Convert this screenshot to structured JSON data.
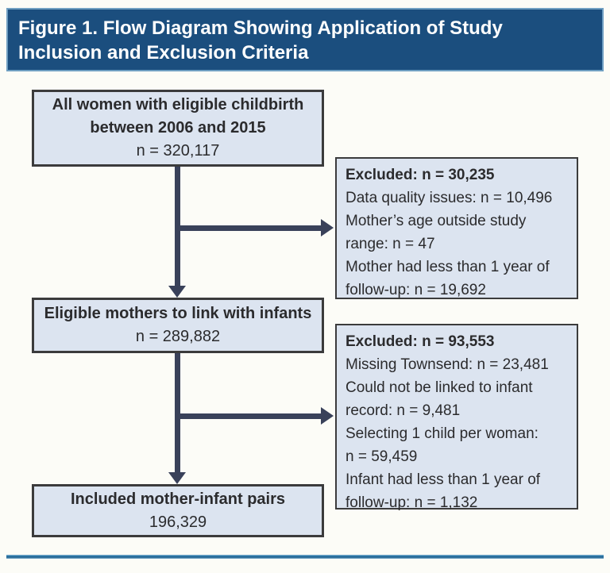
{
  "header": {
    "line1": "Figure 1. Flow Diagram Showing Application of Study",
    "line2": "Inclusion and Exclusion Criteria"
  },
  "flow": {
    "box1": {
      "line1": "All women with eligible childbirth",
      "line2": "between 2006 and 2015",
      "n": "n = 320,117"
    },
    "excl1": {
      "header": "Excluded: n = 30,235",
      "items": [
        "Data quality issues: n = 10,496",
        "Mother’s age outside study range: n = 47",
        "Mother had less than 1 year of follow-up: n = 19,692"
      ]
    },
    "box2": {
      "line1": "Eligible mothers to link with infants",
      "n": "n = 289,882"
    },
    "excl2": {
      "header": "Excluded: n = 93,553",
      "items": [
        "Missing Townsend: n = 23,481",
        "Could not be linked to infant record: n = 9,481",
        "Selecting 1 child per woman: n = 59,459",
        "Infant had less than 1 year of follow-up: n = 1,132"
      ]
    },
    "box3": {
      "line1": "Included mother-infant pairs",
      "n": "196,329"
    }
  },
  "colors": {
    "banner_bg": "#1b4e7e",
    "banner_edge": "#6f9fc2",
    "banner_text": "#ffffff",
    "box_fill": "#dce4f0",
    "box_border": "#3b3b3c",
    "connector": "#39415a",
    "bottom_rule": "#2e7cad",
    "page_bg": "#fcfcf7"
  }
}
